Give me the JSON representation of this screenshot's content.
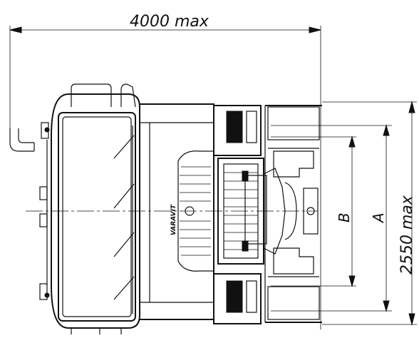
{
  "dimensions": {
    "width_label": "4000 max",
    "height_label": "2550 max",
    "dim_a": "A",
    "dim_b": "B"
  },
  "vehicle": {
    "brand": "VARAVIT"
  }
}
